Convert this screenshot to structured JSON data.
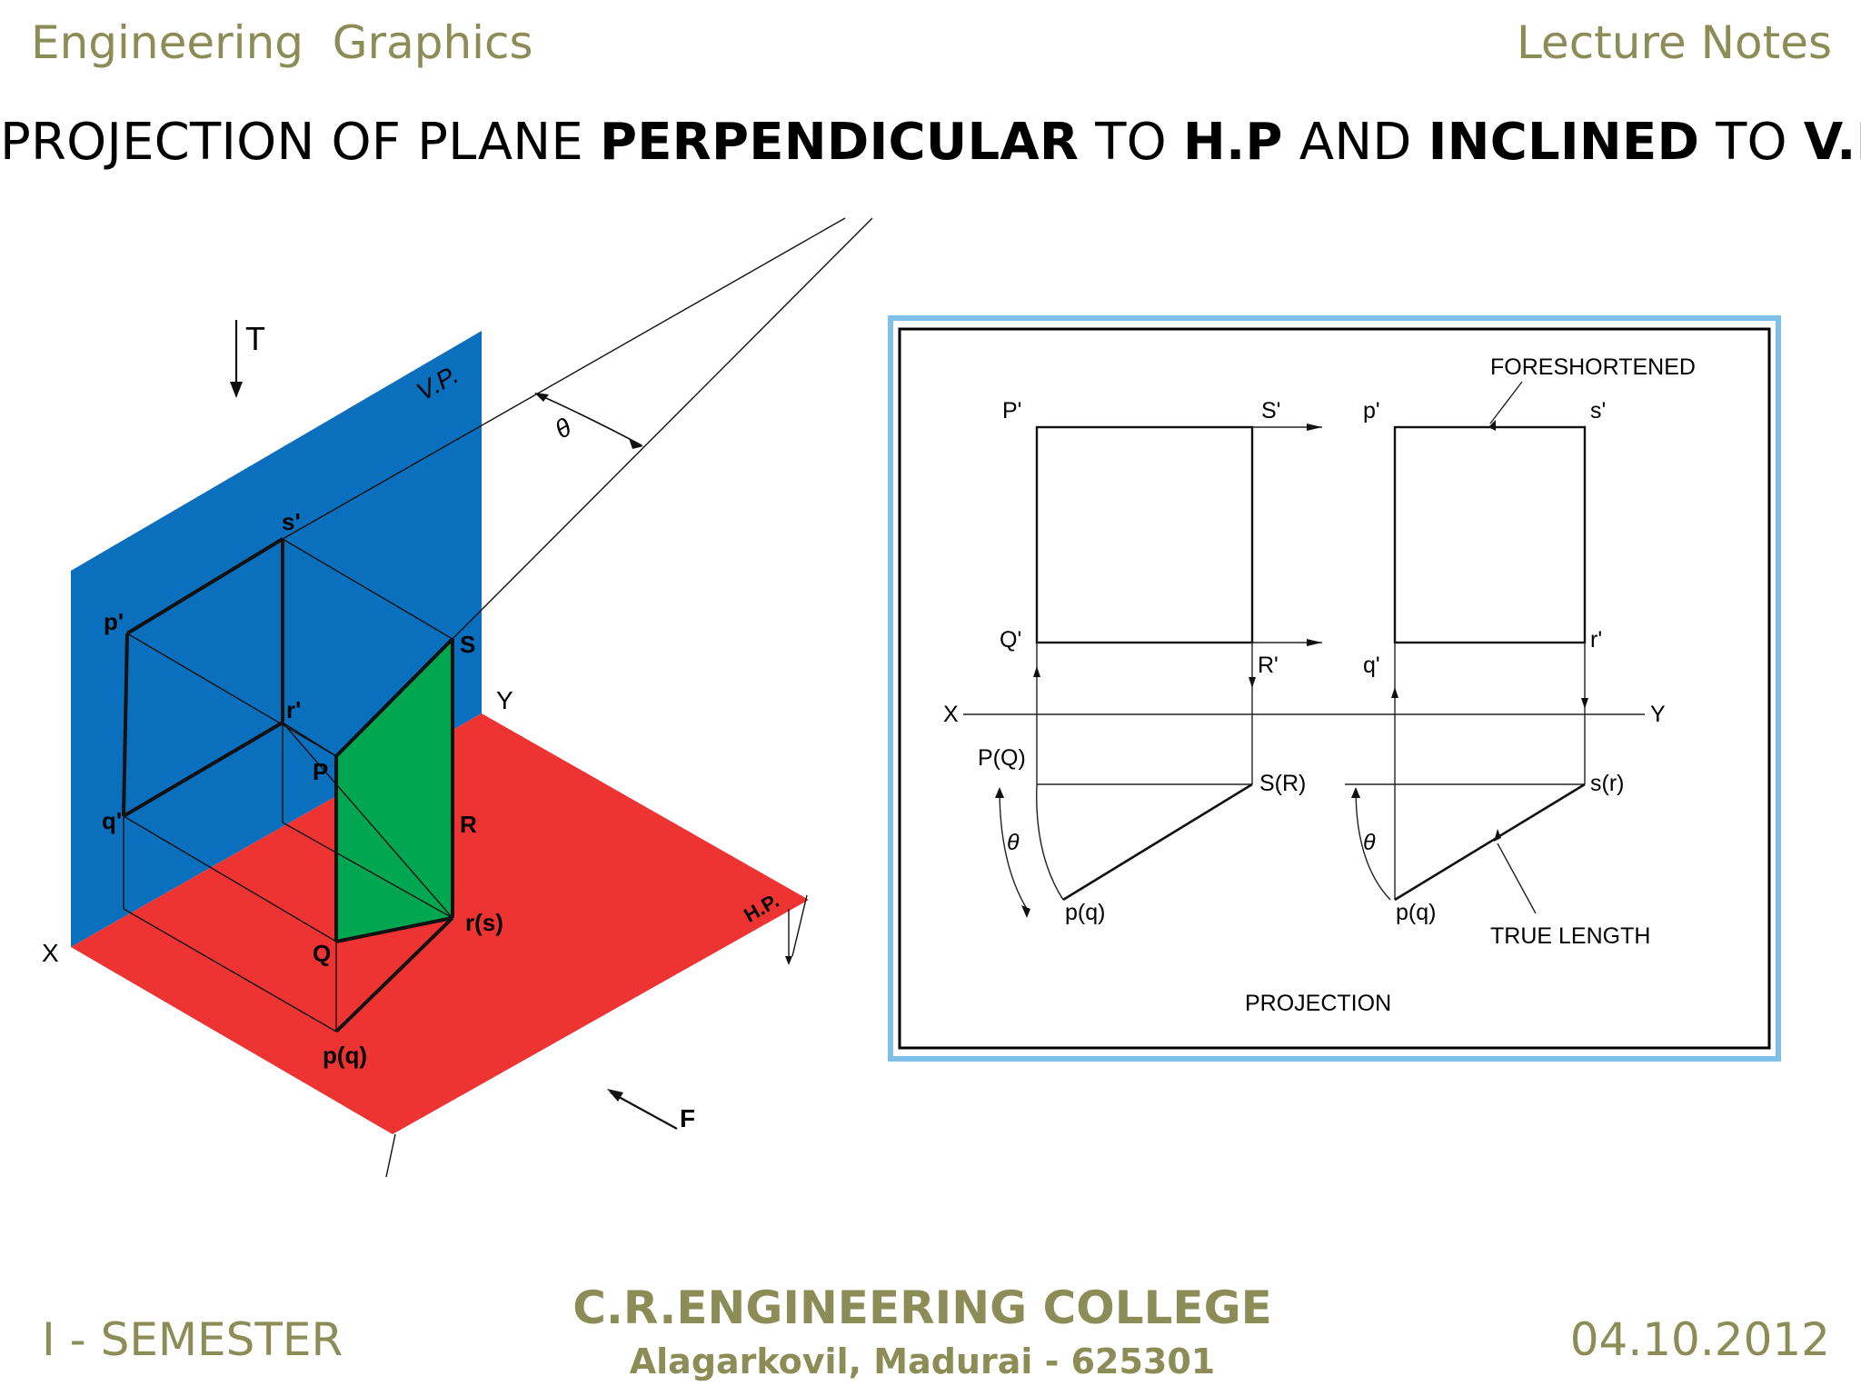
{
  "header": {
    "left": "Engineering  Graphics",
    "right": "Lecture Notes"
  },
  "title": {
    "p1": "PROJECTION OF PLANE ",
    "b1": "PERPENDICULAR",
    "p2": " TO ",
    "b2": "H.P",
    "p3": " AND ",
    "b3": "INCLINED",
    "p4": " TO ",
    "b4": "V.P"
  },
  "pictorial": {
    "vp_label": "V.P.",
    "hp_label": "H.P.",
    "top_arrow": "T",
    "front_arrow": "F",
    "theta": "θ",
    "s_prime": "s'",
    "p_prime": "p'",
    "r_prime": "r'",
    "q_prime": "q'",
    "S": "S",
    "P": "P",
    "R": "R",
    "Q": "Q",
    "Y": "Y",
    "X": "X",
    "r_s": "r(s)",
    "p_q": "p(q)",
    "colors": {
      "vp": "#0a6fbd",
      "hp": "#ee3333",
      "plane": "#00a650"
    }
  },
  "projection": {
    "P_prime": "P'",
    "S_prime": "S'",
    "p_prime": "p'",
    "s_prime": "s'",
    "Q_prime": "Q'",
    "R_prime": "R'",
    "q_prime": "q'",
    "r_prime": "r'",
    "X": "X",
    "Y": "Y",
    "PQ": "P(Q)",
    "SR": "S(R)",
    "sr": "s(r)",
    "pq1": "p(q)",
    "pq2": "p(q)",
    "theta1": "θ",
    "theta2": "θ",
    "foreshortened": "FORESHORTENED",
    "true_length": "TRUE LENGTH",
    "caption": "PROJECTION"
  },
  "footer": {
    "semester": "I - SEMESTER",
    "college": "C.R.ENGINEERING COLLEGE",
    "address": "Alagarkovil, Madurai - 625301",
    "date": "04.10.2012"
  }
}
